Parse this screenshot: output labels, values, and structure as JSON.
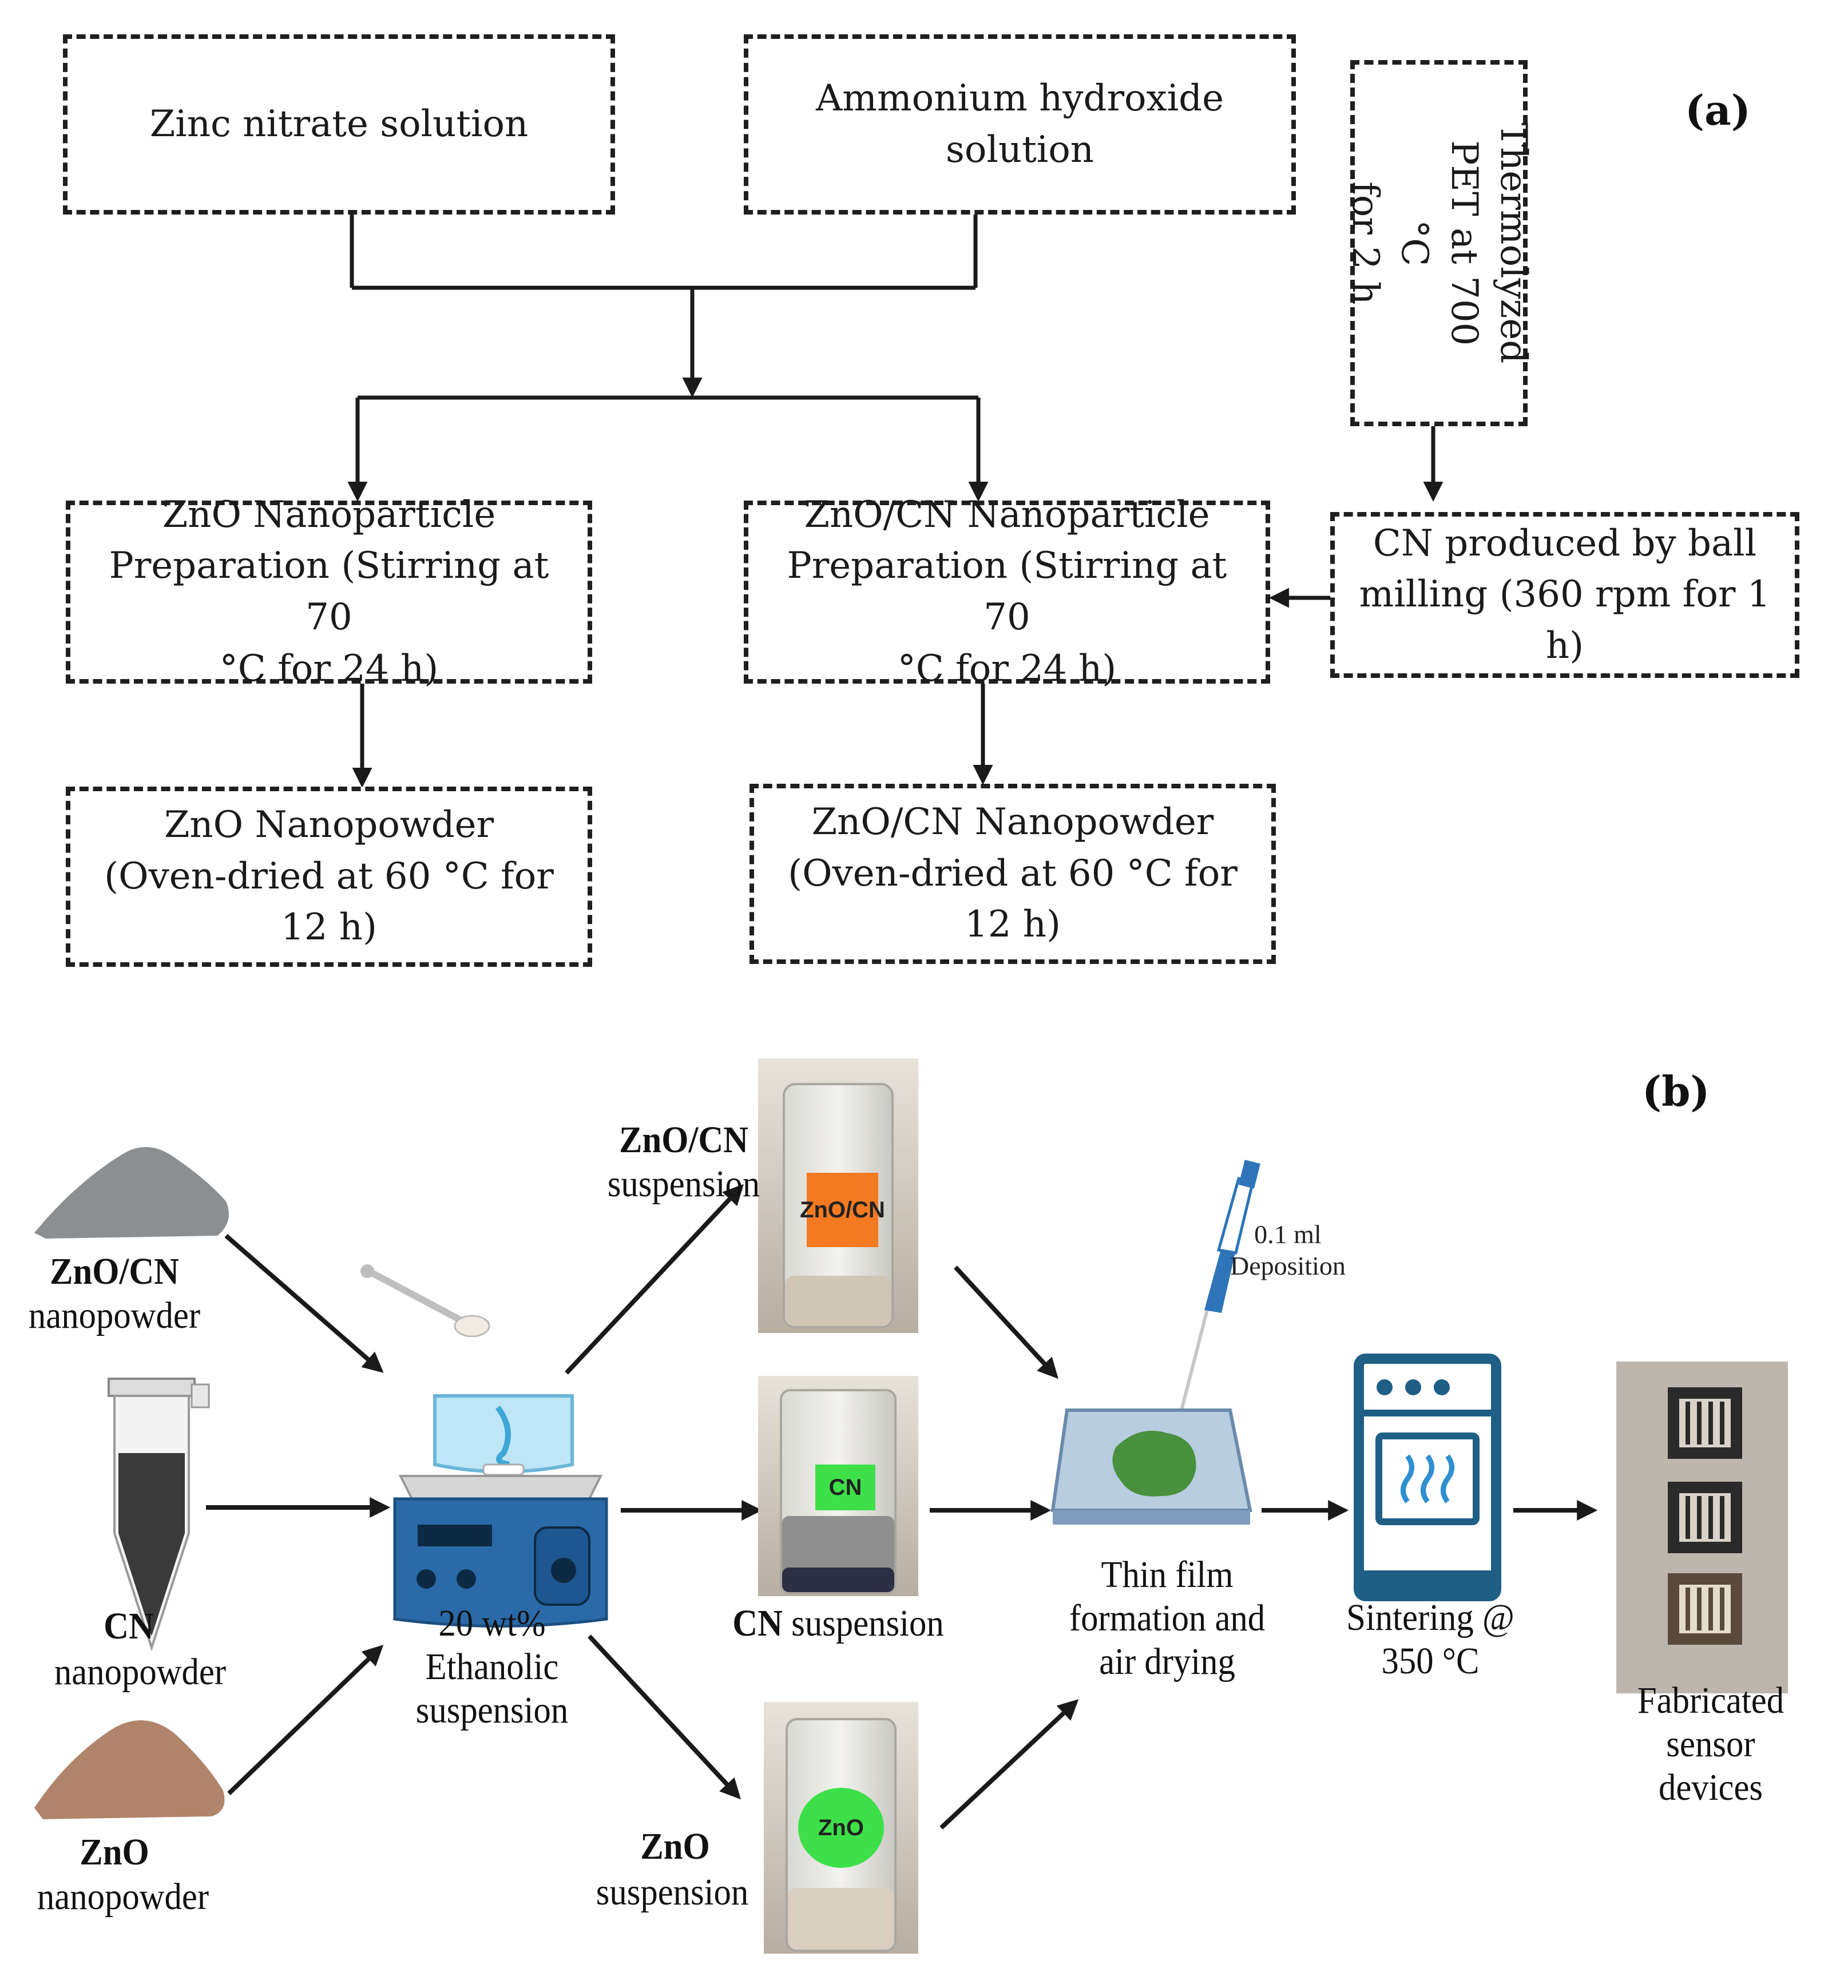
{
  "panel_a": {
    "label": "(a)",
    "zinc_nitrate": "Zinc nitrate solution",
    "ammonium_hydroxide": "Ammonium hydroxide\nsolution",
    "thermolyzed_pet": "Thermolyzed\nPET at 700 °C\nfor 2 h",
    "zno_np_prep": "ZnO Nanoparticle\nPreparation (Stirring at 70\n°C for 24 h)",
    "zno_cn_np_prep": "ZnO/CN Nanoparticle\nPreparation (Stirring at 70\n°C for 24 h)",
    "cn_ball_milling": "CN produced by ball\nmilling (360 rpm for 1 h)",
    "zno_nanopowder": "ZnO Nanopowder\n(Oven-dried at 60 °C for\n12 h)",
    "zno_cn_nanopowder": "ZnO/CN Nanopowder\n(Oven-dried at 60 °C for\n12 h)"
  },
  "panel_b": {
    "label": "(b)",
    "zno_cn_powder_bold": "ZnO/CN",
    "zno_cn_powder_text": "nanopowder",
    "cn_powder_bold": "CN",
    "cn_powder_text": "nanopowder",
    "zno_powder_bold": "ZnO",
    "zno_powder_text": "nanopowder",
    "ethanolic": "20 wt%\nEthanolic\nsuspension",
    "zno_cn_susp_bold": "ZnO/CN",
    "zno_cn_susp_text": "suspension",
    "cn_susp_bold": "CN",
    "cn_susp_text": " suspension",
    "zno_susp_bold": "ZnO",
    "zno_susp_text": "suspension",
    "vial_label_zno_cn": "ZnO/CN",
    "vial_label_cn": "CN",
    "vial_label_zno": "ZnO",
    "deposition": "0.1 ml\nDeposition",
    "thin_film": "Thin film\nformation and\nair drying",
    "sintering": "Sintering @\n350 °C",
    "fabricated": "Fabricated\nsensor devices"
  },
  "colors": {
    "cn_powder": "#8c8f91",
    "zno_powder": "#b0846a",
    "label_orange": "#f47a22",
    "label_green": "#3ee04a",
    "oven": "#1f5f86",
    "stirrer": "#2b6aa8",
    "film": "#3d8b2c"
  }
}
